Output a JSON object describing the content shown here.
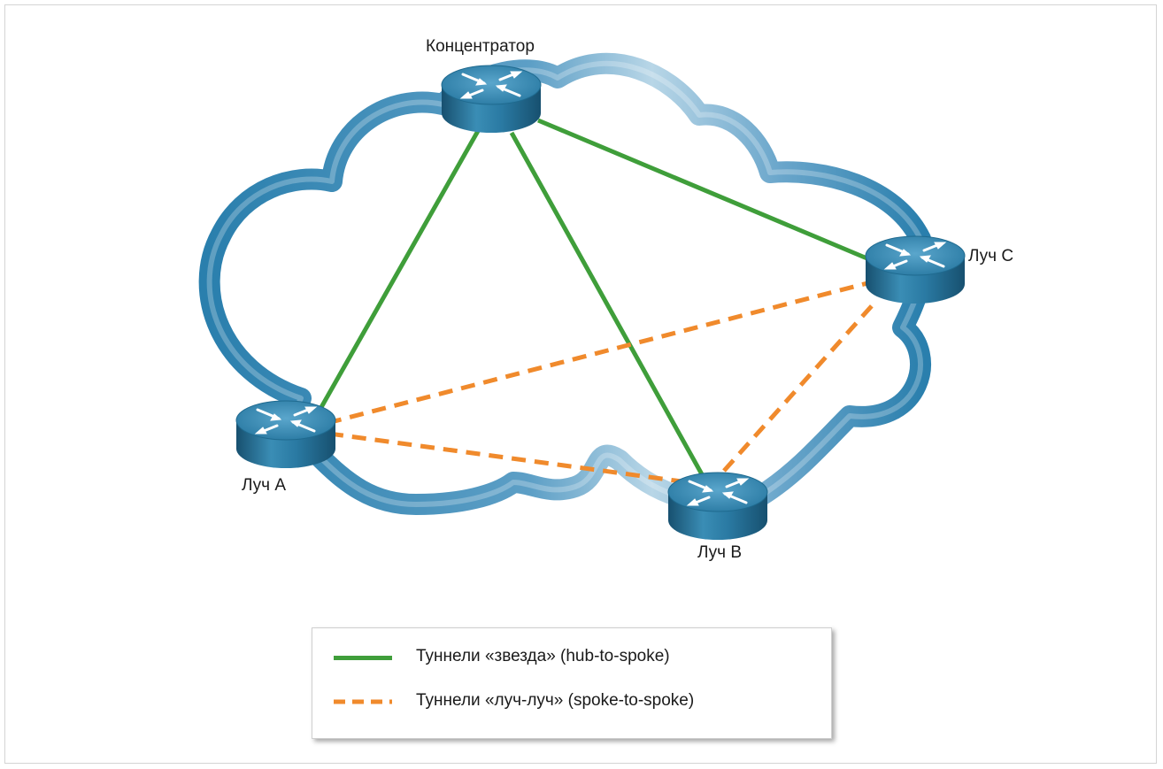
{
  "nodes": {
    "hub": {
      "label": "Концентратор"
    },
    "spoke_a": {
      "label": "Луч A"
    },
    "spoke_b": {
      "label": "Луч B"
    },
    "spoke_c": {
      "label": "Луч C"
    }
  },
  "legend": {
    "hub_to_spoke": "Туннели «звезда» (hub-to-spoke)",
    "spoke_to_spoke": "Туннели «луч-луч» (spoke-to-spoke)"
  },
  "colors": {
    "hub_to_spoke_line": "#3f9e3a",
    "spoke_to_spoke_line": "#f08a2c",
    "cloud": "#2b80ad",
    "router_top": "#2f7ea3",
    "router_side": "#1d5f82"
  },
  "icons": {
    "router": "router-icon",
    "cloud": "network-cloud-icon"
  }
}
